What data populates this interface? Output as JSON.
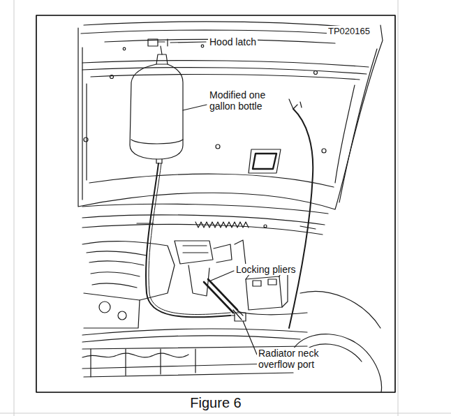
{
  "diagram": {
    "caption": "Figure 6",
    "labels": [
      "TP020165",
      "Hood latch",
      "Modified one gallon bottle",
      "Locking pliers",
      "Radiator neck overflow port"
    ]
  }
}
